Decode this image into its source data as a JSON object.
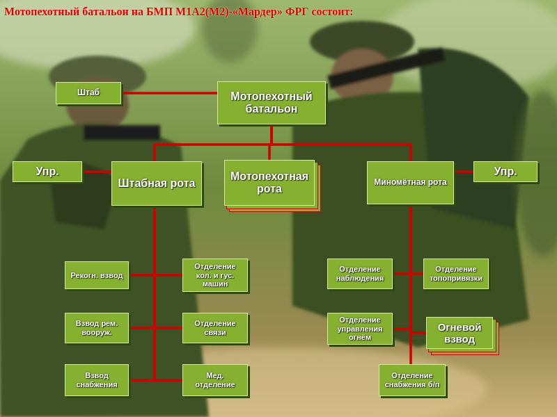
{
  "diagram": {
    "title": "Мотопехотный батальон на БМП М1А2(М2)-«Мардер» ФРГ состоит:",
    "nodes": [
      {
        "text": [
          "Штаб"
        ]
      },
      {
        "text": [
          "Мотопехотный батальон"
        ]
      },
      {
        "text": [
          "Упр."
        ]
      },
      {
        "text": [
          "Штабная рота"
        ]
      },
      {
        "text": [
          "Мотопехотная рота"
        ]
      },
      {
        "text": [
          "Миномётная рота"
        ]
      },
      {
        "text": [
          "Упр."
        ]
      },
      {
        "text": [
          "Рекогн. взвод"
        ]
      },
      {
        "text": [
          "Отделение кол. и гус. машин"
        ]
      },
      {
        "text": [
          "Отделение наблюдения"
        ]
      },
      {
        "text": [
          "Отделение топопривязки"
        ]
      },
      {
        "text": [
          "Взвод рем. вооруж."
        ]
      },
      {
        "text": [
          "Отделение связи"
        ]
      },
      {
        "text": [
          "Отделение управления огнём"
        ]
      },
      {
        "text": [
          "Огневой взвод"
        ]
      },
      {
        "text": [
          "Взвод снабжения"
        ]
      },
      {
        "text": [
          "Мед. отделение"
        ]
      },
      {
        "text": [
          "Отделение снабжения б/п"
        ]
      }
    ],
    "edges": [
      {
        "from": 1,
        "to": 0,
        "arrow": "none"
      },
      {
        "from": 1,
        "to": 3,
        "arrow": "none"
      },
      {
        "from": 1,
        "to": 4,
        "arrow": "none"
      },
      {
        "from": 1,
        "to": 5,
        "arrow": "none"
      },
      {
        "from": 3,
        "to": 2,
        "arrow": "none"
      },
      {
        "from": 5,
        "to": 6,
        "arrow": "none"
      },
      {
        "from": 3,
        "to": 7,
        "arrow": "none"
      },
      {
        "from": 3,
        "to": 8,
        "arrow": "none"
      },
      {
        "from": 3,
        "to": 11,
        "arrow": "none"
      },
      {
        "from": 3,
        "to": 12,
        "arrow": "none"
      },
      {
        "from": 3,
        "to": 15,
        "arrow": "none"
      },
      {
        "from": 3,
        "to": 16,
        "arrow": "none"
      },
      {
        "from": 5,
        "to": 9,
        "arrow": "none"
      },
      {
        "from": 5,
        "to": 10,
        "arrow": "none"
      },
      {
        "from": 5,
        "to": 13,
        "arrow": "none"
      },
      {
        "from": 5,
        "to": 14,
        "arrow": "none"
      },
      {
        "from": 5,
        "to": 17,
        "arrow": "none"
      }
    ]
  }
}
